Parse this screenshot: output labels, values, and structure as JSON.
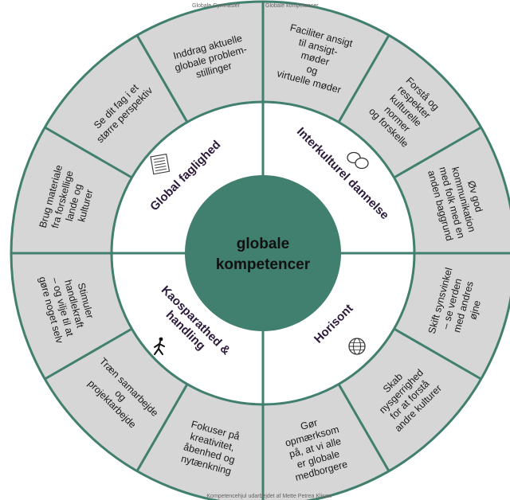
{
  "center": {
    "line1": "globale",
    "line2": "kompetencer"
  },
  "credits": {
    "top_left": "Globale Gymnasier",
    "top_right": "Globale kompetencer",
    "bottom": "Kompetencehjul udarbejdet af Mette Petrea Klisaw"
  },
  "categories": [
    {
      "label": "Global faglighed",
      "icon": "document-icon"
    },
    {
      "label": "Interkulturel dannelse",
      "icon": "speech-bubbles-icon"
    },
    {
      "label": "Horisont",
      "icon": "globe-icon"
    },
    {
      "label": "Kaosparathed & handling",
      "icon": "walking-person-icon"
    }
  ],
  "segments": [
    "Faciliter ansigt til ansigt-møder og virtuelle møder",
    "Forstå og respekter kulturelle normer og forskelle",
    "Øv god kommunikation med folk med en anden baggrund",
    "Skift synsvinkel – se verden med andres øjne",
    "Skab nysgerrighed for at forstå andre kulturer",
    "Gør opmærksom på, at vi alle er globale medborgere",
    "Fokuser på kreativitet, åbenhed og nytænkning",
    "Træn samarbejde og projektarbejde",
    "Stimuler handlekraft – og vilje til at gøre noget selv",
    "Brug materiale fra forskellige lande og kulturer",
    "Se dit fag i et større perspektiv",
    "Inddrag aktuelle globale problem-stillinger"
  ],
  "colors": {
    "teal": "#417f6e",
    "ring": "#d6d6d6",
    "inner": "#ffffff"
  }
}
